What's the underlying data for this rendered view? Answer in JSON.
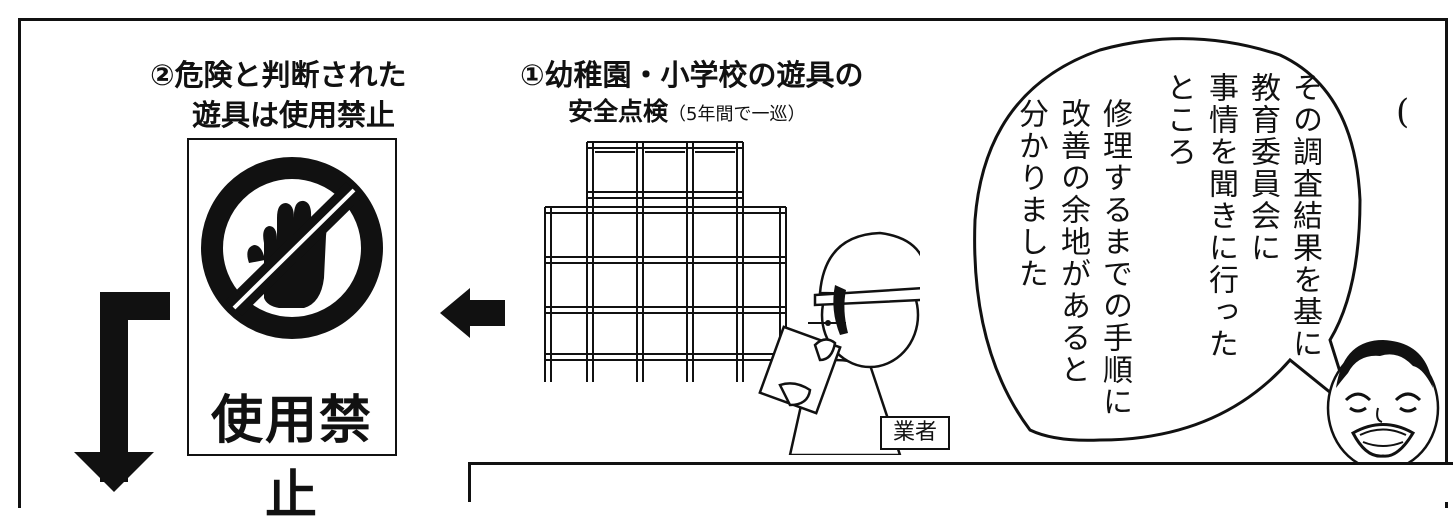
{
  "step2": {
    "line1": "②危険と判断された",
    "line2": "遊具は使用禁止"
  },
  "step1": {
    "line1": "①幼稚園・小学校の遊具の",
    "line2": "安全点検",
    "note": "（5年間で一巡）"
  },
  "sign": {
    "text": "使用禁止",
    "icon": "no-hand-icon"
  },
  "worker_label": "業者",
  "bubble": {
    "col1": "その調査結果を基に",
    "col2": "教育委員会に",
    "col3": "事情を聞きに行った",
    "col4": "ところ",
    "col5": "修理するまでの手順に",
    "col6": "改善の余地があると",
    "col7": "分かりました"
  },
  "colors": {
    "ink": "#111111",
    "paper": "#ffffff"
  }
}
